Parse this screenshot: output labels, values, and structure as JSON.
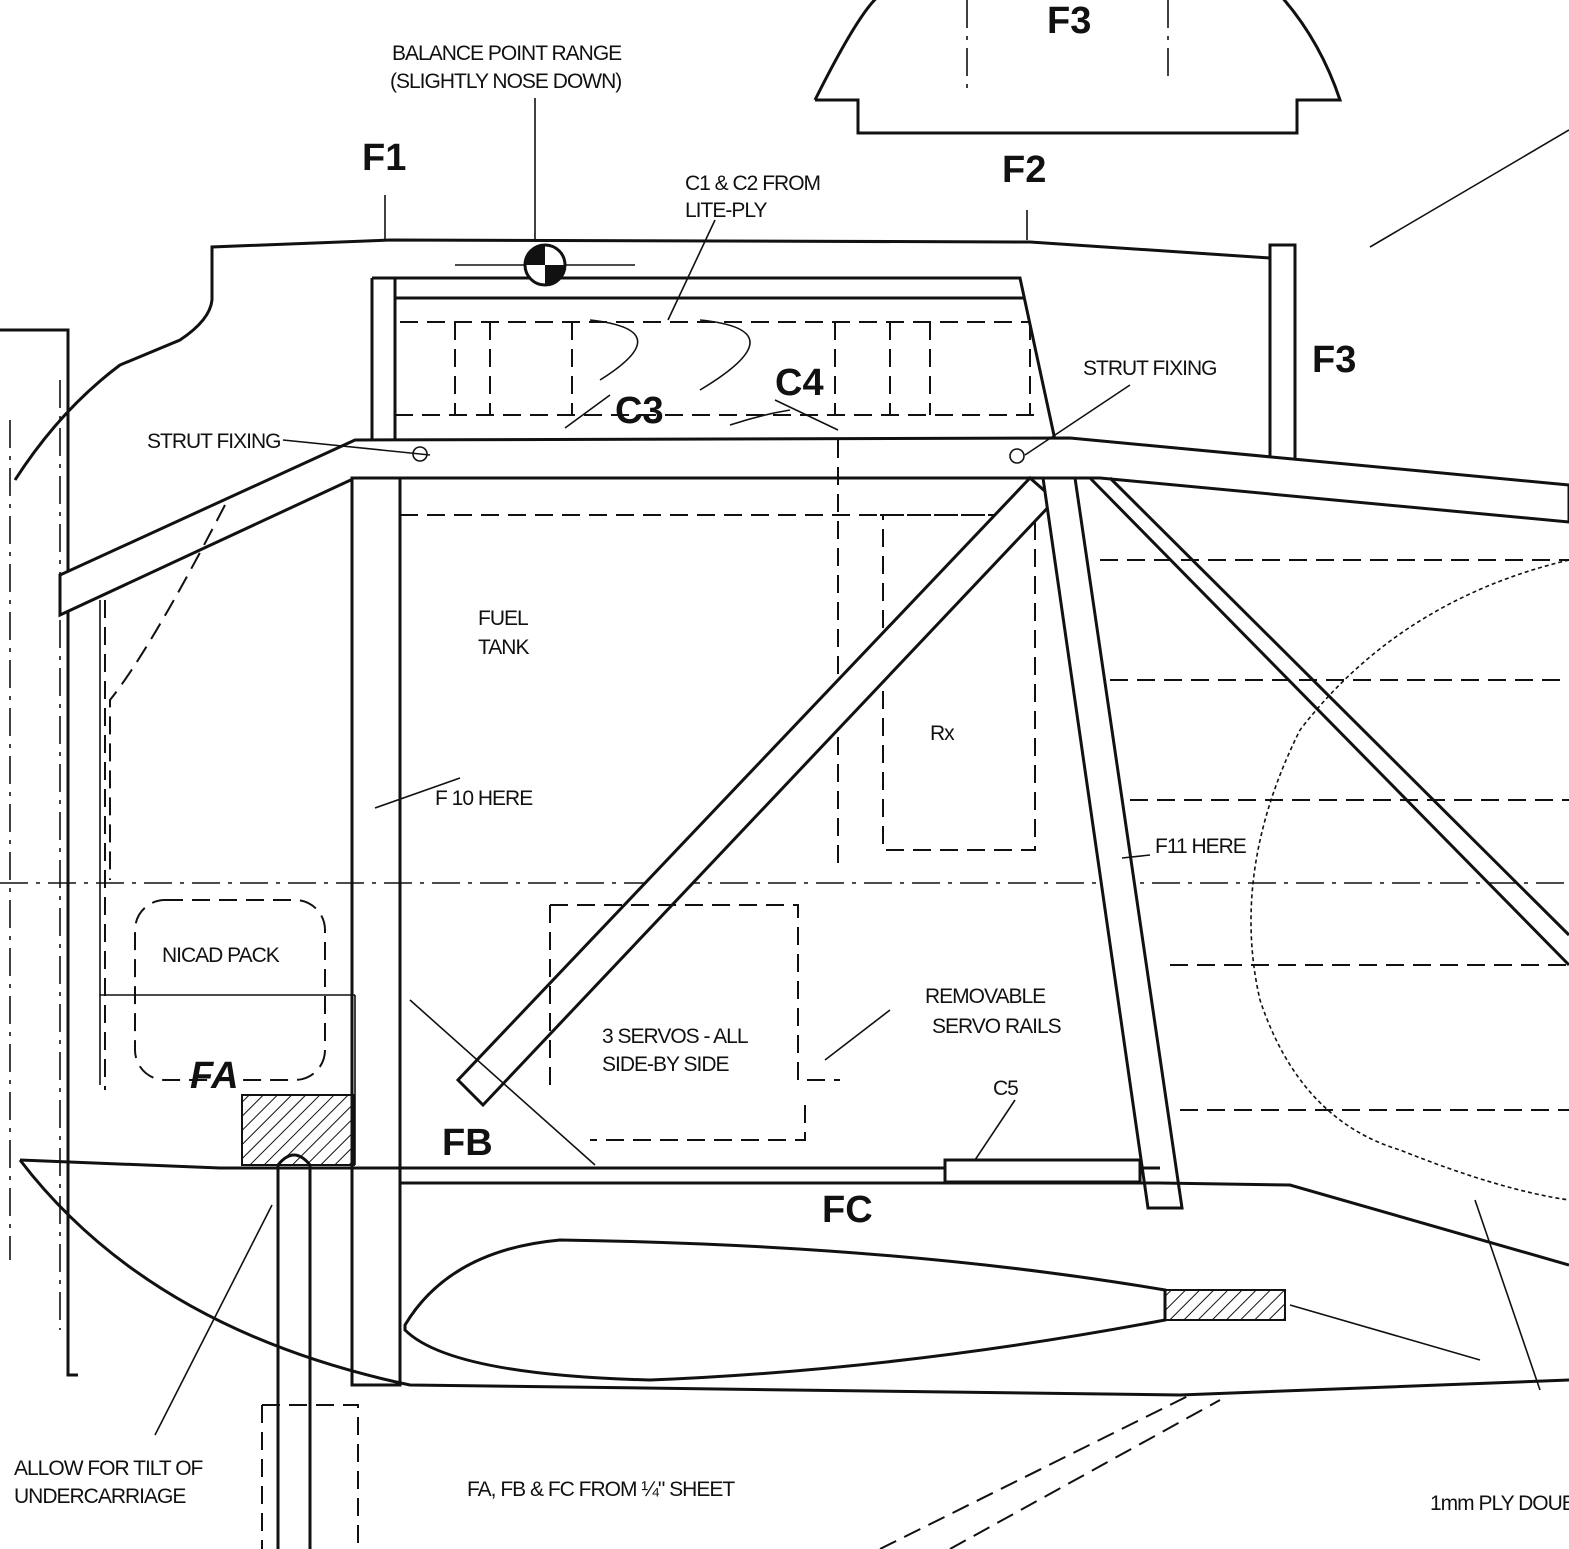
{
  "labels": {
    "balance_line1": "BALANCE POINT RANGE",
    "balance_line2": "(SLIGHTLY NOSE DOWN)",
    "f3_top": "F3",
    "f1": "F1",
    "f2": "F2",
    "f3_right": "F3",
    "c1c2_line1": "C1  &  C2 FROM",
    "c1c2_line2": "LITE-PLY",
    "strut_fixing_left": "STRUT FIXING",
    "strut_fixing_right": "STRUT FIXING",
    "c3": "C3",
    "c4": "C4",
    "fuel_line1": "FUEL",
    "fuel_line2": "TANK",
    "rx": "Rx",
    "f10_here": "F 10 HERE",
    "f11_here": "F11 HERE",
    "nicad_pack": "NICAD PACK",
    "fa": "FA",
    "fb": "FB",
    "fc": "FC",
    "servos_line1": "3 SERVOS - ALL",
    "servos_line2": "SIDE-BY SIDE",
    "removable_line1": "REMOVABLE",
    "removable_line2": "SERVO RAILS",
    "c5": "C5",
    "allow_line1": "ALLOW FOR TILT OF",
    "allow_line2": "UNDERCARRIAGE",
    "sheet_note": "FA, FB & FC FROM ¼\" SHEET",
    "ply_note": "1mm PLY DOUB"
  }
}
